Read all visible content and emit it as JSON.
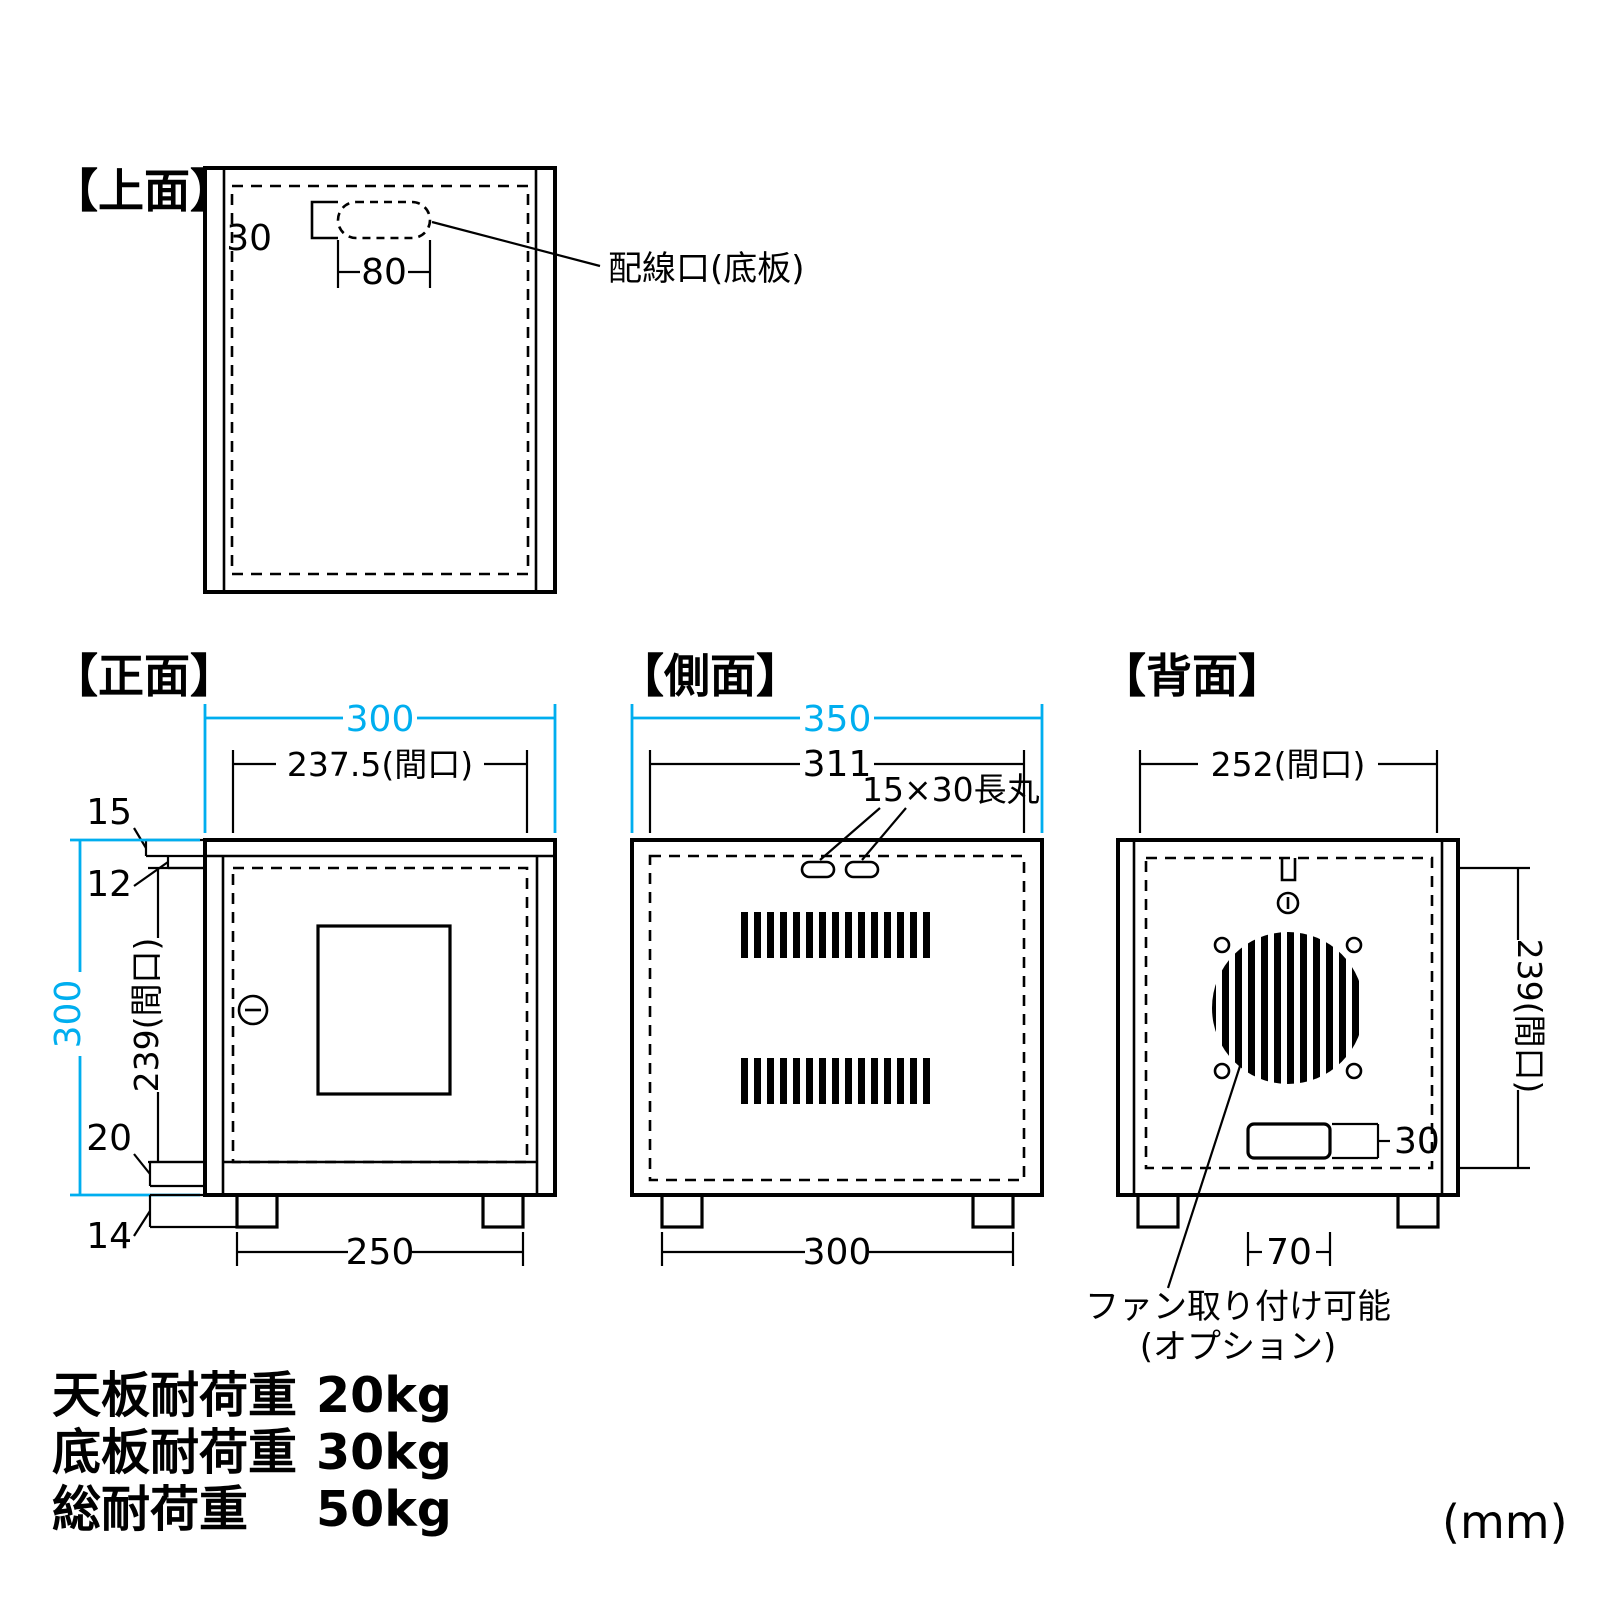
{
  "page": {
    "units_note": "(mm)"
  },
  "accent": "#00aeef",
  "top_view": {
    "title": "【上面】",
    "dim_30": "30",
    "dim_80": "80",
    "cable_hole_label": "配線口(底板)"
  },
  "front_view": {
    "title": "【正面】",
    "dim_width_overall": "300",
    "dim_width_inner": "237.5(間口)",
    "dim_15": "15",
    "dim_12": "12",
    "dim_height_overall": "300",
    "dim_height_inner": "239(間口)",
    "dim_20": "20",
    "dim_14": "14",
    "dim_foot_span": "250"
  },
  "side_view": {
    "title": "【側面】",
    "dim_depth_overall": "350",
    "dim_depth_inner": "311",
    "slot_label": "15×30長丸",
    "dim_foot_span": "300"
  },
  "back_view": {
    "title": "【背面】",
    "dim_width_inner": "252(間口)",
    "dim_height_inner": "239(間口)",
    "dim_30": "30",
    "dim_70": "70",
    "fan_note_line1": "ファン取り付け可能",
    "fan_note_line2": "(オプション)"
  },
  "specs": {
    "rows": [
      {
        "label": "天板耐荷重",
        "value": "20kg"
      },
      {
        "label": "底板耐荷重",
        "value": "30kg"
      },
      {
        "label": "総耐荷重",
        "value": "50kg"
      }
    ]
  }
}
